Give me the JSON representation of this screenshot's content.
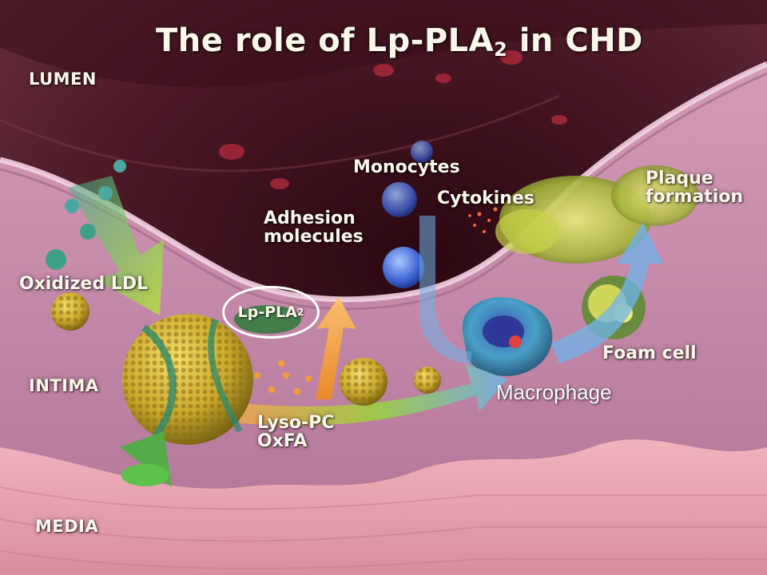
{
  "title": {
    "main": "The role of Lp-PLA",
    "subscript": "2",
    "suffix": " in CHD"
  },
  "regions": {
    "lumen": "LUMEN",
    "intima": "INTIMA",
    "media": "MEDIA"
  },
  "labels": {
    "oxidized_ldl": "Oxidized LDL",
    "enzyme": {
      "main": "Lp-PLA",
      "subscript": "2"
    },
    "adhesion_line1": "Adhesion",
    "adhesion_line2": "molecules",
    "monocytes": "Monocytes",
    "cytokines": "Cytokines",
    "plaque_line1": "Plaque",
    "plaque_line2": "formation",
    "foam_cell": "Foam cell",
    "macrophage": "Macrophage",
    "lyso_line1": "Lyso-PC",
    "lyso_line2": "OxFA"
  },
  "colors": {
    "lumen": "#4a1a26",
    "intima": "#c98aa8",
    "media": "#e8a9b4",
    "arrow_green": "#9bd43a",
    "arrow_orange": "#f59a2a",
    "arrow_blue": "#6fb3ea",
    "ldl_particle": "#c9a82c"
  }
}
